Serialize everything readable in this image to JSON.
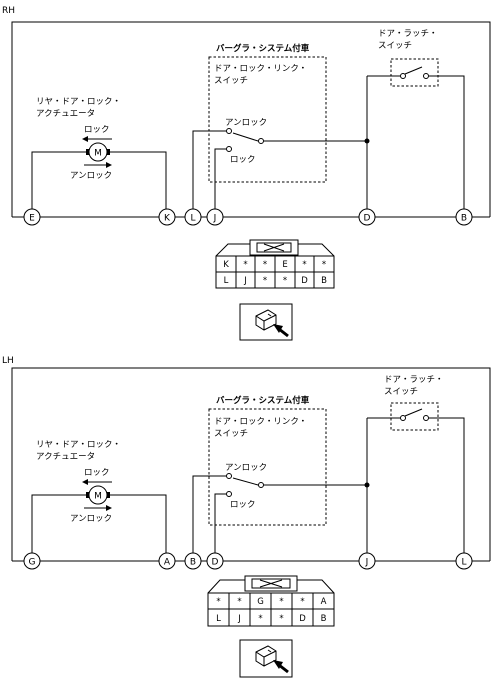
{
  "diagrams": [
    {
      "side": "RH",
      "option_title": "バーグラ・システム付車",
      "switch_title": [
        "ドア・ロック・リンク・",
        "スイッチ"
      ],
      "latch_title": [
        "ドア・ラッチ・",
        "スイッチ"
      ],
      "actuator_title": [
        "リヤ・ドア・ロック・",
        "アクチュエータ"
      ],
      "lock_label": "ロック",
      "unlock_label": "アンロック",
      "switch_unlock_label": "アンロック",
      "switch_lock_label": "ロック",
      "motor_label": "M",
      "terminals": [
        "E",
        "K",
        "L",
        "J",
        "D",
        "B"
      ],
      "connector_rows": [
        [
          "K",
          "*",
          "*",
          "E",
          "*",
          "*"
        ],
        [
          "L",
          "J",
          "*",
          "*",
          "D",
          "B"
        ]
      ]
    },
    {
      "side": "LH",
      "option_title": "バーグラ・システム付車",
      "switch_title": [
        "ドア・ロック・リンク・",
        "スイッチ"
      ],
      "latch_title": [
        "ドア・ラッチ・",
        "スイッチ"
      ],
      "actuator_title": [
        "リヤ・ドア・ロック・",
        "アクチュエータ"
      ],
      "lock_label": "ロック",
      "unlock_label": "アンロック",
      "switch_unlock_label": "アンロック",
      "switch_lock_label": "ロック",
      "motor_label": "M",
      "terminals": [
        "G",
        "A",
        "B",
        "D",
        "J",
        "L"
      ],
      "connector_rows": [
        [
          "*",
          "*",
          "G",
          "*",
          "*",
          "A"
        ],
        [
          "L",
          "J",
          "*",
          "*",
          "D",
          "B"
        ]
      ]
    }
  ]
}
